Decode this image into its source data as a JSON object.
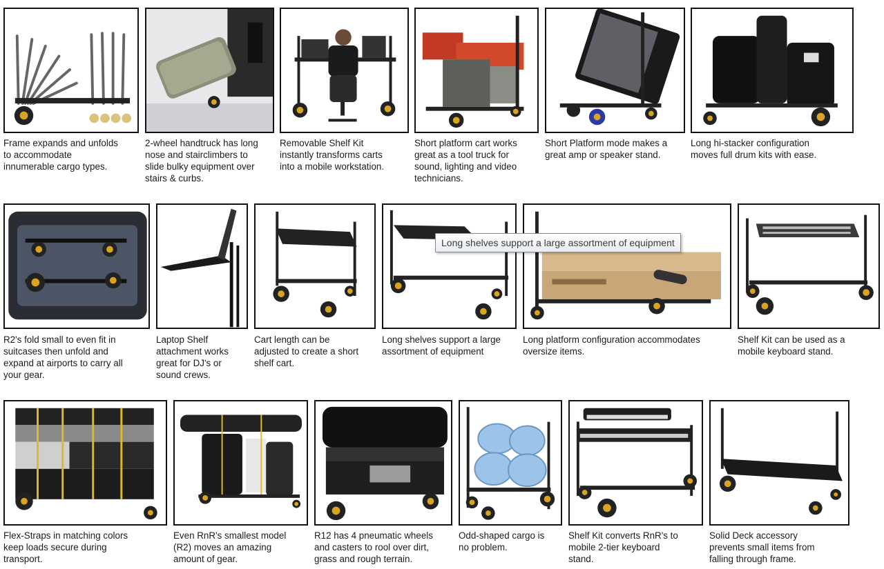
{
  "tooltip": "Long shelves support a large assortment of equipment",
  "items": [
    {
      "caption": [
        "Frame expands and unfolds",
        "to accommodate",
        "innumerable cargo types."
      ]
    },
    {
      "caption": [
        "2-wheel handtruck has long",
        "nose and stairclimbers to",
        "slide bulky equipment over",
        "stairs & curbs."
      ]
    },
    {
      "caption": [
        "Removable Shelf Kit",
        "instantly transforms carts",
        "into a mobile workstation."
      ]
    },
    {
      "caption": [
        "Short platform cart works",
        "great as a tool truck for",
        "sound, lighting and video",
        "technicians."
      ]
    },
    {
      "caption": [
        "Short Platform mode makes a",
        "great amp or speaker stand."
      ]
    },
    {
      "caption": [
        "Long hi-stacker configuration",
        "moves full drum kits with ease."
      ]
    },
    {
      "caption": [
        "R2's fold small to even fit in",
        "suitcases then unfold and",
        "expand at airports to carry all",
        "your gear."
      ]
    },
    {
      "caption": [
        "Laptop Shelf",
        "attachment works",
        "great for DJ's or",
        "sound crews."
      ]
    },
    {
      "caption": [
        "Cart length can be",
        "adjusted to create a short",
        "shelf cart."
      ]
    },
    {
      "caption": [
        "Long shelves support a large",
        "assortment of equipment"
      ]
    },
    {
      "caption": [
        "Long platform configuration accommodates",
        "oversize items."
      ]
    },
    {
      "caption": [
        "Shelf Kit can be used as a",
        "mobile keyboard stand."
      ]
    },
    {
      "caption": [
        "Flex-Straps in matching colors",
        "keep loads secure during",
        "transport."
      ]
    },
    {
      "caption": [
        "Even RnR's smallest model",
        "(R2) moves an amazing",
        "amount of gear."
      ]
    },
    {
      "caption": [
        "R12 has 4 pneumatic wheels",
        "and casters to rool over dirt,",
        "grass and rough terrain."
      ]
    },
    {
      "caption": [
        "Odd-shaped cargo is",
        "no problem."
      ]
    },
    {
      "caption": [
        "Shelf Kit converts RnR's to",
        "mobile 2-tier keyboard",
        "stand."
      ]
    },
    {
      "caption": [
        "Solid Deck accessory",
        "prevents small items from",
        "falling through frame."
      ]
    }
  ]
}
